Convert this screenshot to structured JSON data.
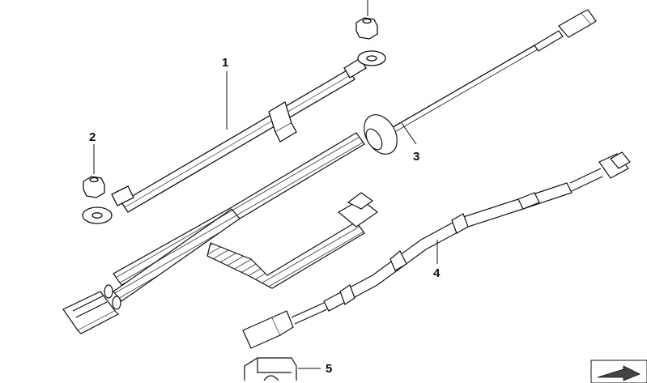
{
  "callouts": {
    "c1": "1",
    "c2": "2",
    "c3": "3",
    "c4": "4",
    "c5": "5"
  },
  "colors": {
    "line": "#111111",
    "background": "#ffffff",
    "icon_fill": "#444444"
  },
  "icons": [
    "battery-cable-icon",
    "hex-nut-icon",
    "wiring-harness-icon",
    "sensor-lead-icon",
    "cable-clip-icon",
    "navigation-arrow-icon"
  ]
}
